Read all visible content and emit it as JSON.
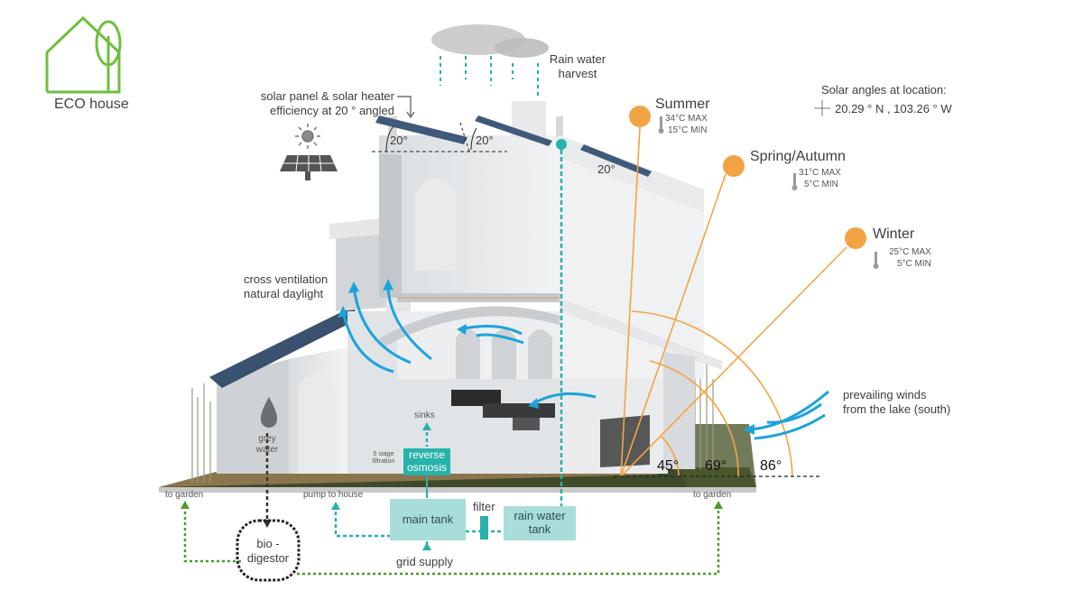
{
  "logo": {
    "label": "ECO house"
  },
  "solar_panel_note": {
    "line1": "solar panel & solar heater",
    "line2": "efficiency at 20 ° angled"
  },
  "panel_angles": [
    "20°",
    "20°",
    "20°"
  ],
  "rain": {
    "line1": "Rain water",
    "line2": "harvest"
  },
  "location": {
    "title": "Solar angles at location:",
    "coords": "20.29 ° N , 103.26 ° W"
  },
  "seasons": [
    {
      "name": "Summer",
      "max": "34°C MAX",
      "min": "15°C MIN"
    },
    {
      "name": "Spring/Autumn",
      "max": "31°C MAX",
      "min": "5°C MIN"
    },
    {
      "name": "Winter",
      "max": "25°C MAX",
      "min": "5°C MIN"
    }
  ],
  "ground_angles": [
    "45°",
    "69°",
    "86°"
  ],
  "ventilation": {
    "line1": "cross ventilation",
    "line2": "natural daylight"
  },
  "winds": {
    "line1": "prevailing winds",
    "line2": "from the lake (south)"
  },
  "grey_water": {
    "line1": "grey",
    "line2": "water"
  },
  "sinks": "sinks",
  "filtration": {
    "line1": "5 stage",
    "line2": "filtration"
  },
  "reverse_osmosis": {
    "line1": "reverse",
    "line2": "osmosis"
  },
  "to_garden_left": "to garden",
  "to_garden_right": "to garden",
  "pump_to_house": "pump to house",
  "main_tank": "main tank",
  "filter": "filter",
  "rain_water_tank": {
    "line1": "rain water",
    "line2": "tank"
  },
  "grid_supply": "grid supply",
  "bio_digestor": {
    "line1": "bio -",
    "line2": "digestor"
  },
  "colors": {
    "teal": "#27b2aa",
    "sun": "#f2a444",
    "blue_arrow": "#1ca3dc",
    "green_line": "#4c9a2a",
    "roof": "#3f5a7a"
  }
}
